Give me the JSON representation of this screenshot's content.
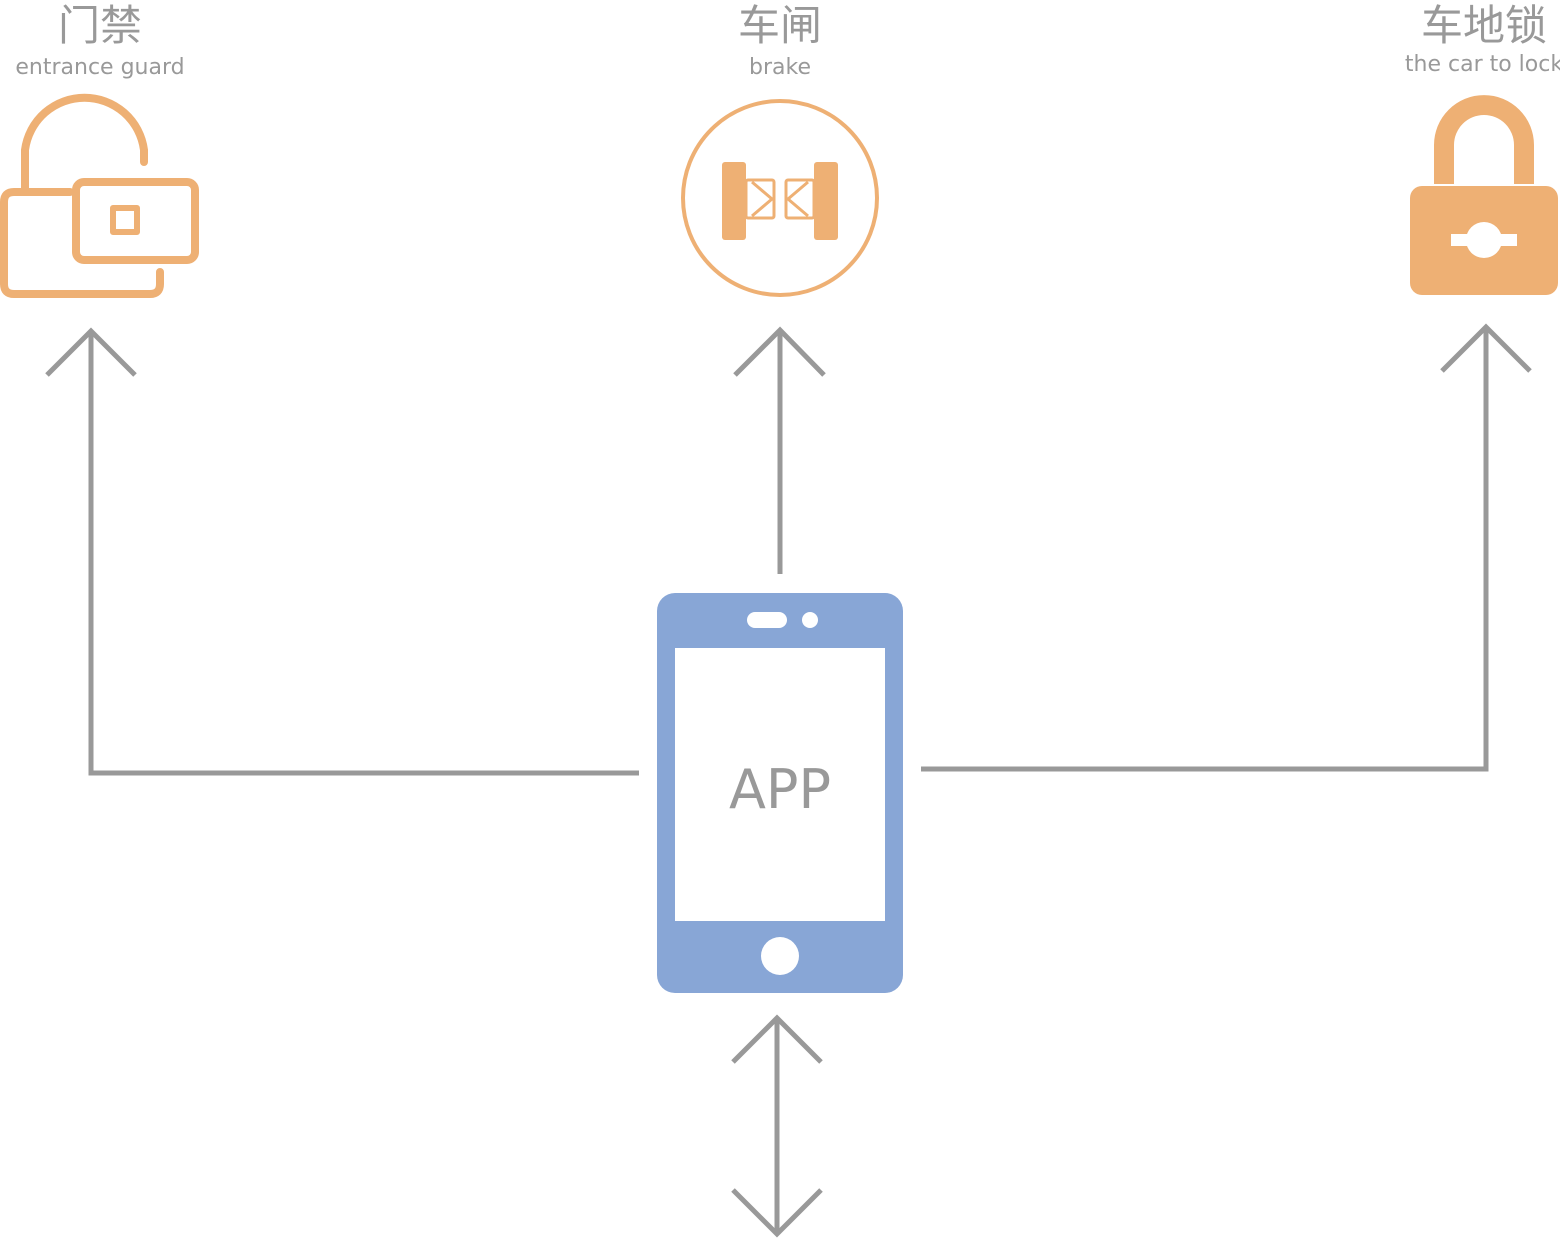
{
  "nodes": {
    "entrance": {
      "label_cn": "门禁",
      "label_en": "entrance guard",
      "icon": "unlock-card-icon"
    },
    "brake": {
      "label_cn": "车闸",
      "label_en": "brake",
      "icon": "gate-barrier-icon"
    },
    "car_lock": {
      "label_cn": "车地锁",
      "label_en": "the car to lock",
      "icon": "padlock-icon"
    },
    "app": {
      "label": "APP",
      "icon": "smartphone-icon"
    }
  },
  "colors": {
    "accent": "#EEB074",
    "phone": "#88A6D6",
    "line": "#999999"
  }
}
